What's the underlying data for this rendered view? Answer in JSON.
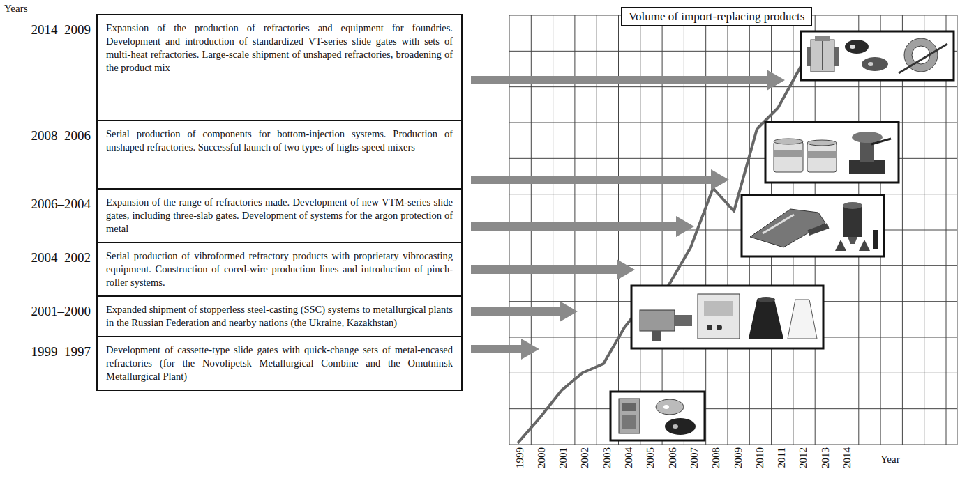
{
  "diagram": {
    "nodes": [
      {
        "text": [
          "2014–2009",
          "Expansion of the production of refractories and equipment for foundries. Development and introduction of standardized VT-series slide gates with sets of multi-heat refractories. Large-scale shipment of unshaped refractories, broadening of the product mix"
        ]
      },
      {
        "text": [
          "2008–2006",
          "Serial production of components for bottom-injection systems. Production of unshaped refractories. Successful launch of two types of highs-speed mixers"
        ]
      },
      {
        "text": [
          "2006–2004",
          "Expansion of the range of refractories made. Development of new VTM-series slide gates, including three-slab gates. Development of systems for the argon protection of metal"
        ]
      },
      {
        "text": [
          "2004–2002",
          "Serial production of vibroformed refractory products with proprietary vibrocasting equipment. Construction of cored-wire production lines and introduction of pinch-roller systems."
        ]
      },
      {
        "text": [
          "2001–2000",
          "Expanded shipment of stopperless steel-casting (SSC) systems to metallurgical plants in the Russian Federation and nearby nations (the Ukraine, Kazakhstan)"
        ]
      },
      {
        "text": [
          "1999–1997",
          "Development of cassette-type slide gates with quick-change sets of metal-encased refractories (for the Novolipetsk Metallurgical Combine and the Omutninsk Metallurgical Plant)"
        ]
      },
      {
        "text": [
          "Volume of import-replacing products"
        ]
      }
    ],
    "labels": [
      "Years",
      "1999",
      "2000",
      "2001",
      "2002",
      "2003",
      "2004",
      "2005",
      "2006",
      "2007",
      "2008",
      "2009",
      "2010",
      "2011",
      "2012",
      "2013",
      "2014",
      "Year"
    ]
  }
}
